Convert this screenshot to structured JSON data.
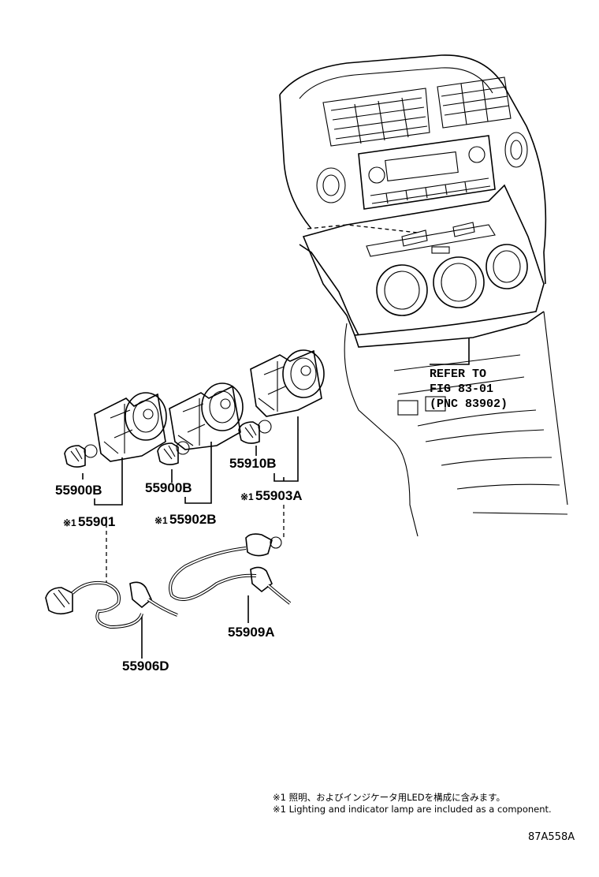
{
  "parts": {
    "p1": "55900B",
    "p2": "55900B",
    "p3": "55910B",
    "a1": "※1",
    "a1_num": "55901",
    "a2": "※1",
    "a2_num": "55902B",
    "a3": "※1",
    "a3_num": "55903A",
    "w1": "55906D",
    "w2": "55909A"
  },
  "reference": {
    "line1": "REFER TO",
    "line2": "FIG 83-01",
    "line3": "(PNC 83902)"
  },
  "notes": {
    "jp": "※1 照明、およびインジケータ用LEDを構成に含みます。",
    "en": "※1 Lighting and indicator lamp are included as a component."
  },
  "figure_id": "87A558A"
}
